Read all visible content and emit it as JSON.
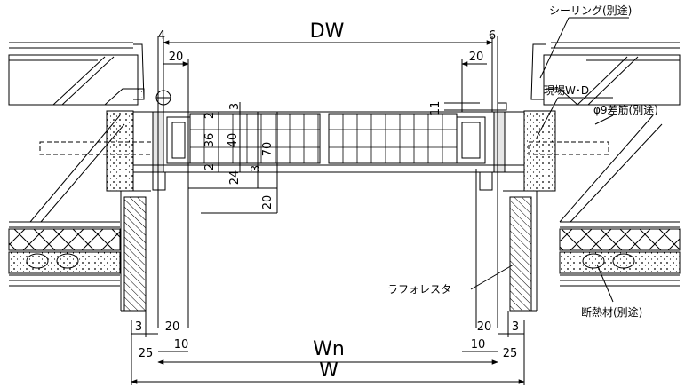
{
  "drawing": {
    "overall": {
      "dw": "DW",
      "wn": "Wn",
      "w": "W"
    },
    "dimensions": {
      "top_left_gap": "4",
      "top_right_gap": "6",
      "left_top_20": "20",
      "right_top_20": "20",
      "frame_2_top": "2",
      "frame_3": "3",
      "frame_36": "36",
      "frame_40": "40",
      "frame_70": "70",
      "frame_2_bottom": "2",
      "frame_24": "24",
      "frame_3_small": "3",
      "frame_20_vertical": "20",
      "right_11": "11",
      "bottom_left_3": "3",
      "bottom_left_20": "20",
      "bottom_left_10": "10",
      "bottom_left_25": "25",
      "bottom_right_3": "3",
      "bottom_right_20": "20",
      "bottom_right_10": "10",
      "bottom_right_25": "25"
    },
    "labels": {
      "sealing": "シーリング(別途)",
      "onsite_wd": "現場W･D",
      "rebar": "φ9差筋(別途)",
      "lath": "ラフォレスタ",
      "insulation": "断熱材(別途)"
    },
    "colors": {
      "line": "#000000",
      "fill": "#e6e6e6",
      "background": "#ffffff"
    }
  }
}
